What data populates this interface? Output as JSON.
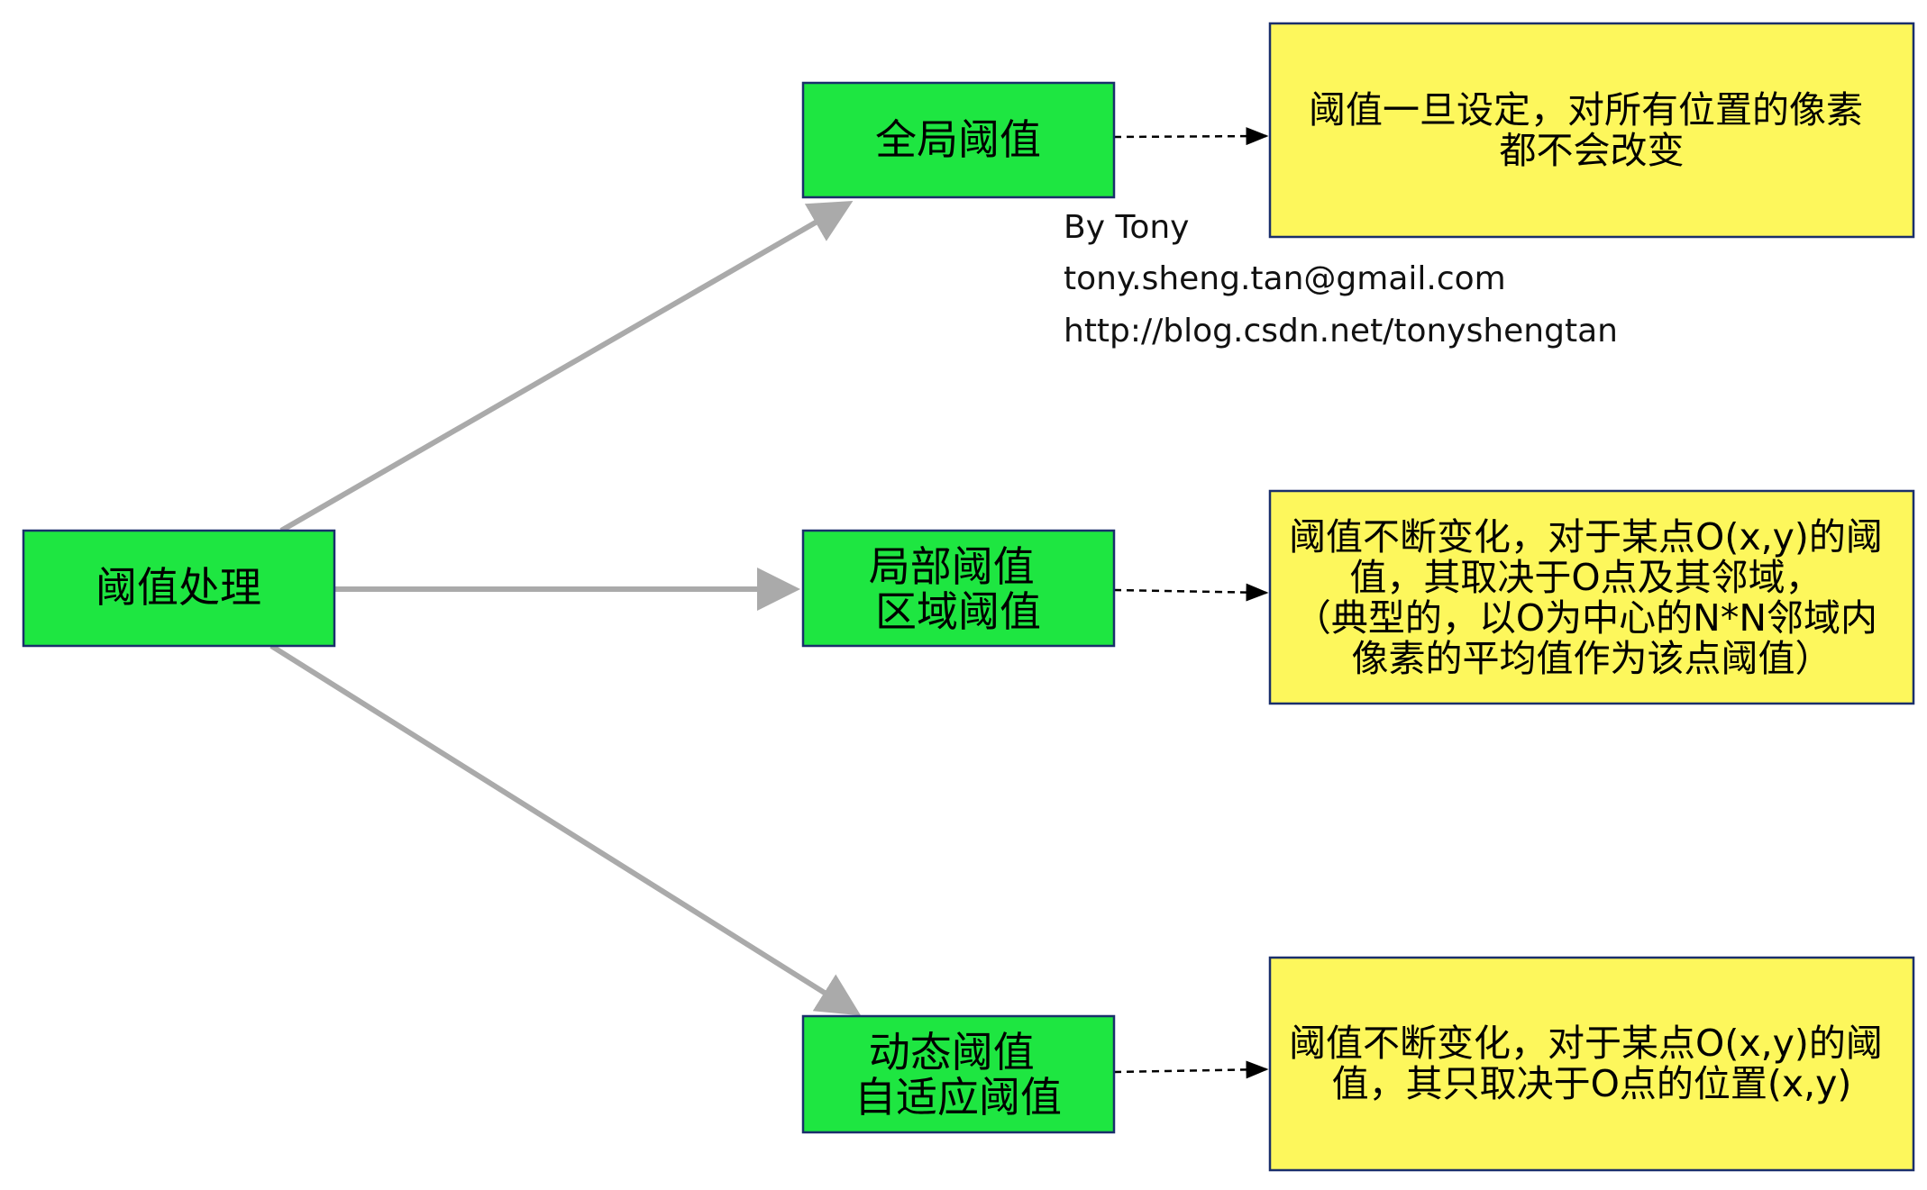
{
  "colors": {
    "node_fill": "#1ee641",
    "note_fill": "#fdf75c",
    "border": "#1a2f6b",
    "arrow": "#aaaaaa",
    "dashed": "#000000"
  },
  "root": {
    "lines": [
      "阈值处理"
    ]
  },
  "branches": [
    {
      "node": {
        "lines": [
          "全局阈值"
        ]
      },
      "note": {
        "lines": [
          "阈值一旦设定，对所有位置的像素",
          "都不会改变"
        ]
      }
    },
    {
      "node": {
        "lines": [
          "局部阈值",
          "区域阈值"
        ]
      },
      "note": {
        "lines": [
          "阈值不断变化，对于某点O(x,y)的阈",
          "值，其取决于O点及其邻域，",
          "（典型的，以O为中心的N*N邻域内",
          "像素的平均值作为该点阈值）"
        ]
      }
    },
    {
      "node": {
        "lines": [
          "动态阈值",
          "自适应阈值"
        ]
      },
      "note": {
        "lines": [
          "阈值不断变化，对于某点O(x,y)的阈",
          "值，其只取决于O点的位置(x,y)"
        ]
      }
    }
  ],
  "credit": {
    "author": "By Tony",
    "email": "tony.sheng.tan@gmail.com",
    "url": "http://blog.csdn.net/tonyshengtan"
  }
}
